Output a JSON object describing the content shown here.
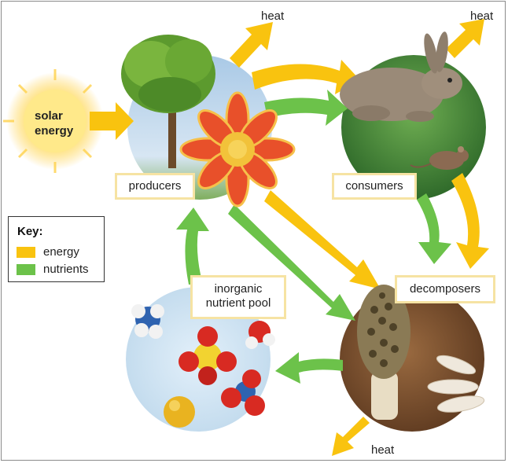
{
  "labels": {
    "solar_energy_line1": "solar",
    "solar_energy_line2": "energy",
    "producers": "producers",
    "consumers": "consumers",
    "decomposers": "decomposers",
    "nutrient_pool_line1": "inorganic",
    "nutrient_pool_line2": "nutrient pool",
    "heat_top": "heat",
    "heat_top_right": "heat",
    "heat_bottom": "heat"
  },
  "key": {
    "title": "Key:",
    "items": [
      {
        "label": "energy",
        "color": "#f9c30f"
      },
      {
        "label": "nutrients",
        "color": "#6cc24a"
      }
    ]
  },
  "colors": {
    "energy": "#f9c30f",
    "nutrients": "#6cc24a",
    "producer_bg": "#b9d3ea",
    "consumer_bg": "#4c8a3a",
    "decomposer_bg": "#7a5030",
    "pool_bg": "#cfe3f2"
  }
}
